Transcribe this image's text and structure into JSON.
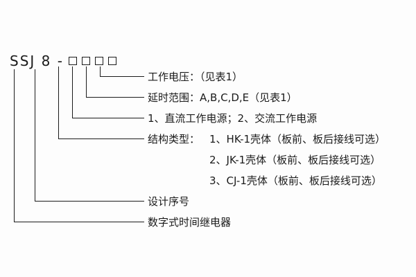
{
  "model": {
    "prefix": "SSJ 8 -",
    "placeholder_count": 4
  },
  "labels": {
    "working_voltage": "工作电压：（见表1）",
    "delay_range": "延时范围：A,B,C,D,E（见表1）",
    "power_supply": "1、直流工作电源；2、交流工作电源",
    "structure_type_title": "结构类型：",
    "structure_type_option_1": "1、HK-1壳体（板前、板后接线可选）",
    "structure_type_option_2": "2、JK-1壳体（板前、板后接线可选）",
    "structure_type_option_3": "3、CJ-1壳体（板前、板后接线可选）",
    "design_serial": "设计序号",
    "product_name": "数字式时间继电器"
  },
  "colors": {
    "line": "#1a1a1a",
    "text": "#1a1a1a",
    "background": "#fdfdfd"
  }
}
